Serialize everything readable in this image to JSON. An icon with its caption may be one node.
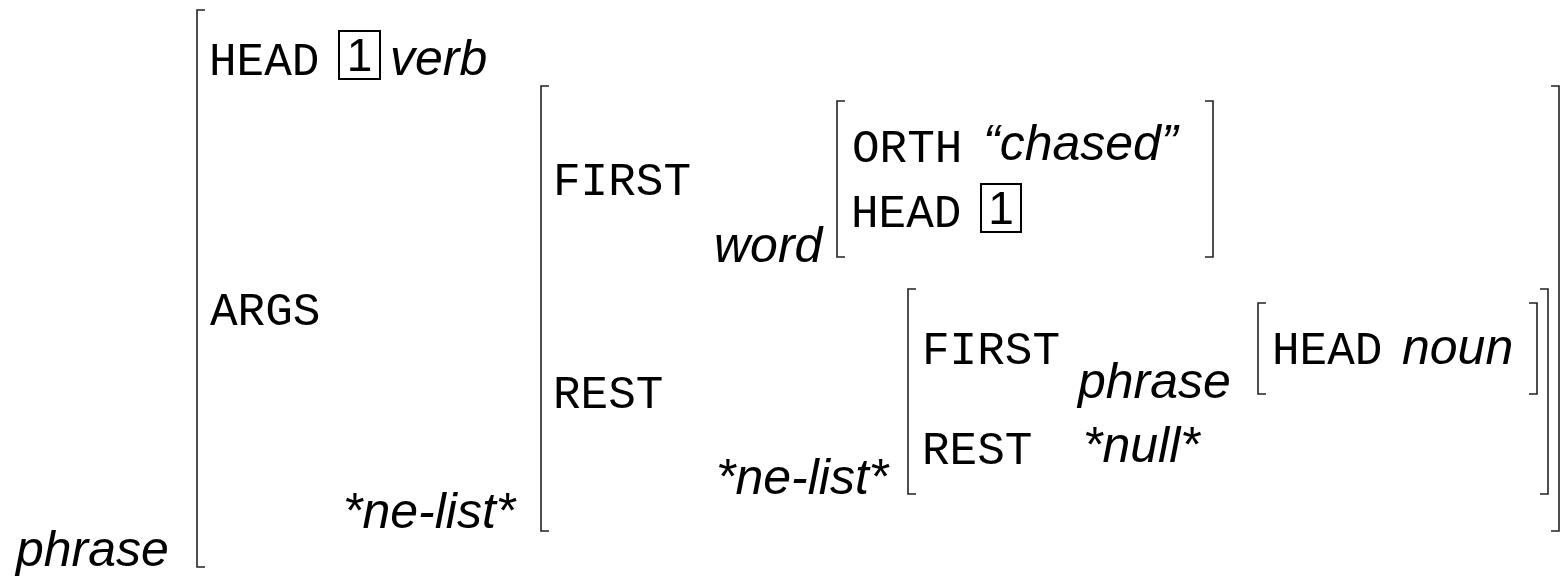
{
  "diagram": {
    "nodes": [
      {
        "text": [
          "HEAD",
          "verb",
          "ARGS"
        ],
        "beside": [
          "phrase"
        ]
      },
      {
        "text": [
          "1"
        ],
        "in": 0
      },
      {
        "text": [
          "FIRST",
          "REST"
        ],
        "beside": [
          "*ne-list*"
        ],
        "in": 0
      },
      {
        "text": [
          "ORTH",
          "“chased”",
          "HEAD"
        ],
        "beside": [
          "word"
        ],
        "in": 2
      },
      {
        "text": [
          "1"
        ],
        "in": 3
      },
      {
        "text": [
          "FIRST",
          "REST",
          "*null*"
        ],
        "beside": [
          "*ne-list*"
        ],
        "in": 2
      },
      {
        "text": [
          "HEAD",
          "noun"
        ],
        "beside": [
          "phrase"
        ],
        "in": 5
      }
    ]
  }
}
